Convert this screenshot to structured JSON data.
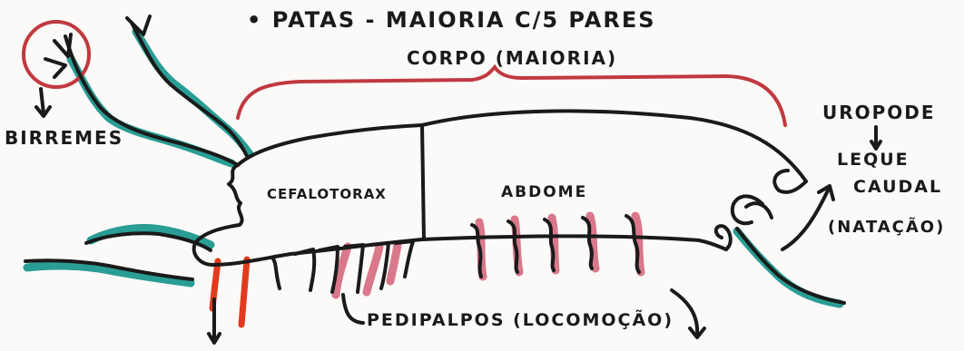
{
  "labels": {
    "patas": "• PATAS - MAIORIA C/5 PARES",
    "corpo": "CORPO (MAIORIA)",
    "birremes": "BIRREMES",
    "cefalotorax": "CEFALOTORAX",
    "abdome": "ABDOME",
    "uropode": "UROPODE",
    "leque": "LEQUE",
    "caudal": "CAUDAL",
    "natacao": "(NATAÇÃO)",
    "pedipalpos": "PEDIPALPOS (LOCOMOÇÃO)"
  },
  "colors": {
    "ink": "#1a1a1a",
    "teal": "#2a9d94",
    "red": "#c0393f",
    "pink": "#d9788a",
    "orange": "#e23a1e"
  }
}
